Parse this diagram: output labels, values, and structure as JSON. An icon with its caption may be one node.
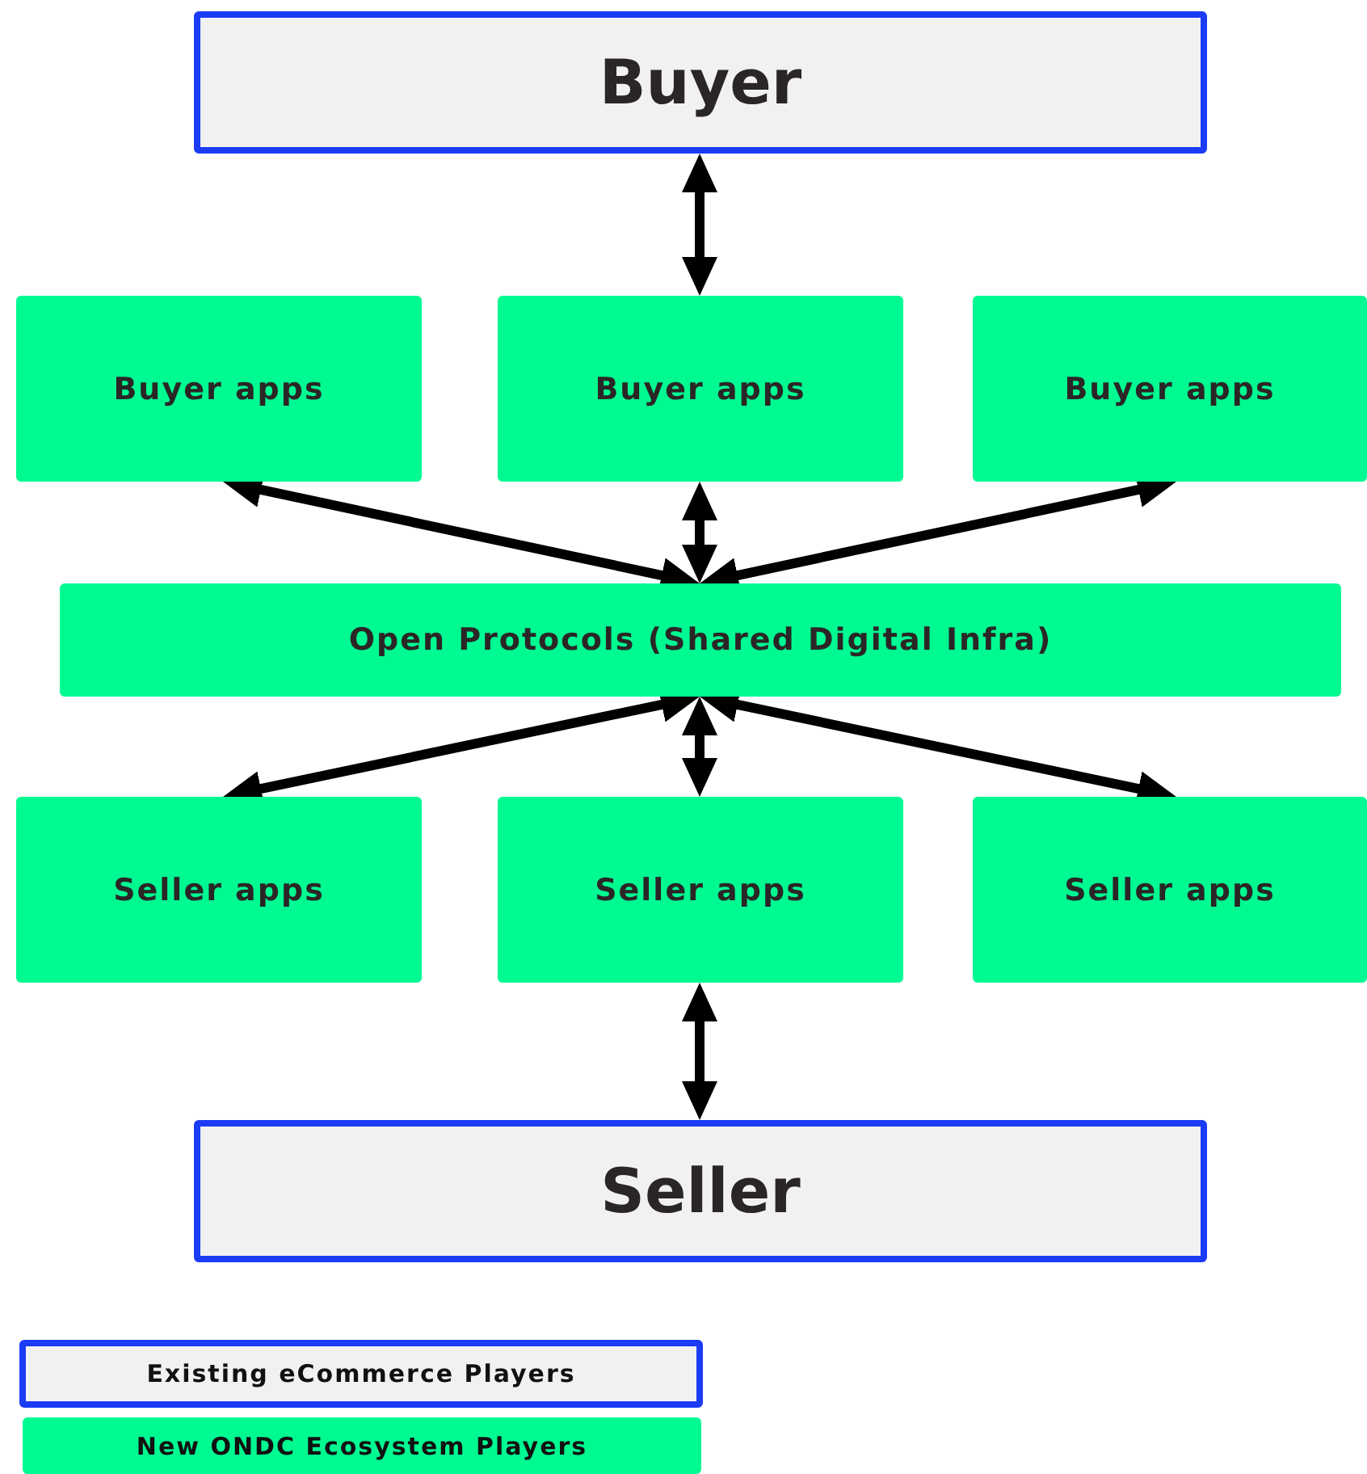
{
  "diagram": {
    "nodes": [
      {
        "text": [
          "Buyer"
        ]
      },
      {
        "text": [
          "Buyer apps"
        ]
      },
      {
        "text": [
          "Buyer apps"
        ]
      },
      {
        "text": [
          "Buyer apps"
        ]
      },
      {
        "text": [
          "Open Protocols (Shared Digital Infra)"
        ]
      },
      {
        "text": [
          "Seller apps"
        ]
      },
      {
        "text": [
          "Seller apps"
        ]
      },
      {
        "text": [
          "Seller apps"
        ]
      },
      {
        "text": [
          "Seller"
        ]
      }
    ],
    "edges": [
      {
        "from": 0,
        "to": 2,
        "arrow": "both"
      },
      {
        "from": 1,
        "to": 4,
        "arrow": "both"
      },
      {
        "from": 2,
        "to": 4,
        "arrow": "both"
      },
      {
        "from": 3,
        "to": 4,
        "arrow": "both"
      },
      {
        "from": 4,
        "to": 5,
        "arrow": "both"
      },
      {
        "from": 4,
        "to": 6,
        "arrow": "both"
      },
      {
        "from": 4,
        "to": 7,
        "arrow": "both"
      },
      {
        "from": 6,
        "to": 8,
        "arrow": "both"
      }
    ],
    "legend": [
      {
        "text": "Existing eCommerce Players",
        "color": "#f2f1f2"
      },
      {
        "text": "New ONDC Ecosystem Players",
        "color": "#00fa92"
      }
    ]
  }
}
